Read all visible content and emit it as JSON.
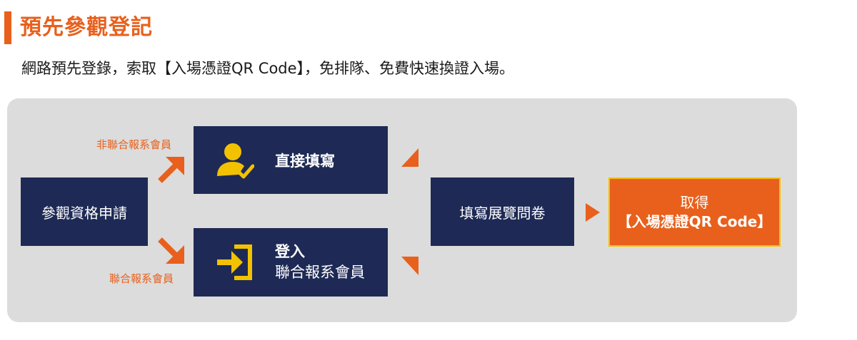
{
  "header": {
    "title": "預先參觀登記",
    "subtitle": "網路預先登錄，索取【入場憑證QR Code】，免排隊、免費快速換證入場。"
  },
  "flow": {
    "apply": "參觀資格申請",
    "note_non_member": "非聯合報系會員",
    "note_member": "聯合報系會員",
    "direct_fill": "直接填寫",
    "login_title": "登入",
    "login_sub": "聯合報系會員",
    "survey": "填寫展覽問卷",
    "get_line1": "取得",
    "get_line2": "【入場憑證QR Code】"
  },
  "colors": {
    "accent": "#e8601c",
    "box": "#1e2a55",
    "panel": "#dcdcdc",
    "icon": "#f2c200",
    "highlight_border": "#f2c200"
  },
  "icons": {
    "user_check": "user-check-icon",
    "login": "login-icon",
    "arrow": "arrow-icon"
  }
}
